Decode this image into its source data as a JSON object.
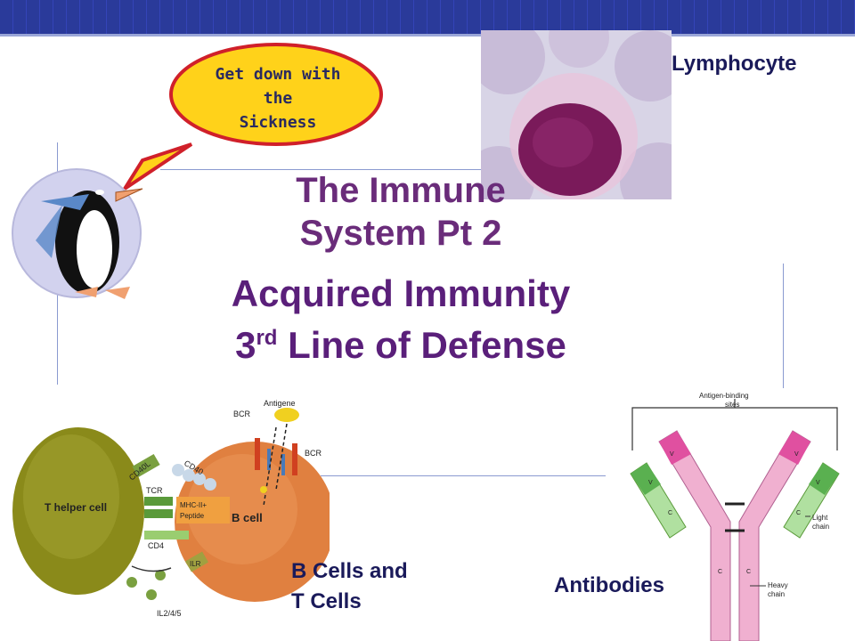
{
  "slide": {
    "speech_bubble": {
      "line1": "Get down with",
      "line2": "the",
      "line3": "Sickness"
    },
    "title": {
      "line1": "The Immune",
      "line2": "System Pt 2",
      "line3": "Acquired Immunity",
      "line4_number": "3",
      "line4_superscript": "rd",
      "line4_rest": " Line of Defense"
    },
    "captions": {
      "lymphocyte": "Lymphocyte",
      "cells_line1": "B Cells and",
      "cells_line2": "T Cells",
      "antibodies": "Antibodies"
    },
    "diagram_labels": {
      "t_helper": "T helper cell",
      "b_cell": "B cell",
      "tcr": "TCR",
      "cd4": "CD4",
      "cd40l": "CD40L",
      "cd40": "CD40",
      "mhc": "MHC-II+",
      "peptide": "Peptide",
      "bcr_left": "BCR",
      "bcr_right": "BCR",
      "antigene": "Antigene",
      "ilr": "ILR",
      "il": "IL2/4/5",
      "ab_binding_1": "Antigen-binding",
      "ab_binding_2": "sites",
      "light_1": "Light",
      "light_2": "chain",
      "heavy_1": "Heavy",
      "heavy_2": "chain",
      "v": "V",
      "c": "C"
    },
    "colors": {
      "header": "#2a3a9a",
      "title_purple": "#6a2c7a",
      "caption": "#1a1a5a",
      "bubble_fill": "#ffd21a",
      "bubble_stroke": "#d0202a",
      "heavy_chain": "#e8a0c8",
      "light_chain": "#a8d890"
    }
  }
}
